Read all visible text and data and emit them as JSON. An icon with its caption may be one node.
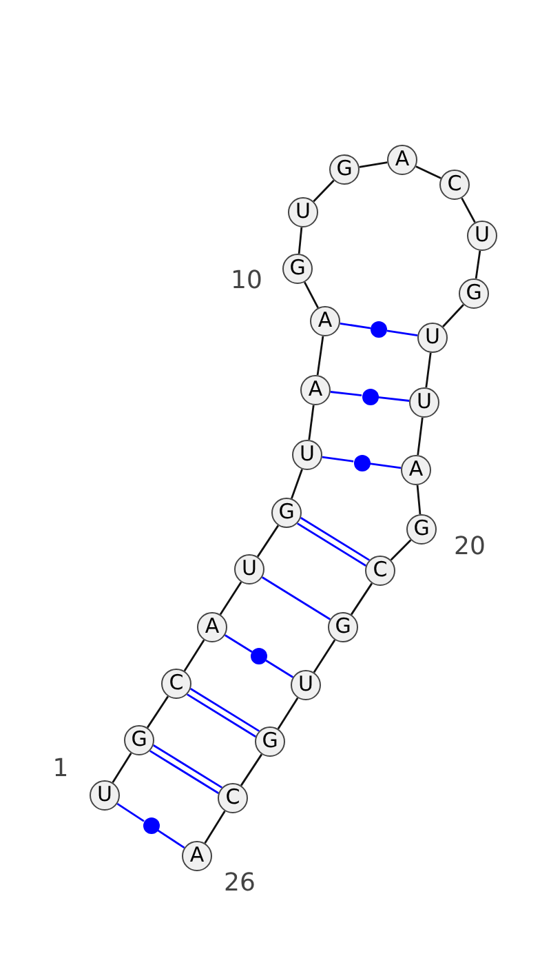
{
  "diagram": {
    "nodes": [
      {
        "text": [
          "U"
        ],
        "beside": [
          "1"
        ]
      },
      {
        "text": [
          "G"
        ]
      },
      {
        "text": [
          "C"
        ]
      },
      {
        "text": [
          "A"
        ]
      },
      {
        "text": [
          "U"
        ]
      },
      {
        "text": [
          "G"
        ]
      },
      {
        "text": [
          "U"
        ]
      },
      {
        "text": [
          "A"
        ]
      },
      {
        "text": [
          "A"
        ]
      },
      {
        "text": [
          "G"
        ],
        "beside": [
          "10"
        ]
      },
      {
        "text": [
          "U"
        ]
      },
      {
        "text": [
          "G"
        ]
      },
      {
        "text": [
          "A"
        ]
      },
      {
        "text": [
          "C"
        ]
      },
      {
        "text": [
          "U"
        ]
      },
      {
        "text": [
          "G"
        ]
      },
      {
        "text": [
          "U"
        ]
      },
      {
        "text": [
          "U"
        ]
      },
      {
        "text": [
          "A"
        ]
      },
      {
        "text": [
          "G"
        ],
        "beside": [
          "20"
        ]
      },
      {
        "text": [
          "C"
        ]
      },
      {
        "text": [
          "G"
        ]
      },
      {
        "text": [
          "U"
        ]
      },
      {
        "text": [
          "G"
        ]
      },
      {
        "text": [
          "C"
        ]
      },
      {
        "text": [
          "A"
        ],
        "beside": [
          "26"
        ]
      },
      {
        "text": [],
        "shape": "circle"
      },
      {
        "text": [],
        "shape": "circle"
      },
      {
        "text": [],
        "shape": "circle"
      },
      {
        "text": [],
        "shape": "circle"
      },
      {
        "text": [],
        "shape": "circle"
      }
    ],
    "edges": [
      {
        "from": 0,
        "to": 1,
        "arrow": "none"
      },
      {
        "from": 1,
        "to": 2,
        "arrow": "none"
      },
      {
        "from": 2,
        "to": 3,
        "arrow": "none"
      },
      {
        "from": 3,
        "to": 4,
        "arrow": "none"
      },
      {
        "from": 4,
        "to": 5,
        "arrow": "none"
      },
      {
        "from": 5,
        "to": 6,
        "arrow": "none"
      },
      {
        "from": 6,
        "to": 7,
        "arrow": "none"
      },
      {
        "from": 7,
        "to": 8,
        "arrow": "none"
      },
      {
        "from": 8,
        "to": 9,
        "arrow": "none"
      },
      {
        "from": 9,
        "to": 10,
        "arrow": "none"
      },
      {
        "from": 10,
        "to": 11,
        "arrow": "none"
      },
      {
        "from": 11,
        "to": 12,
        "arrow": "none"
      },
      {
        "from": 12,
        "to": 13,
        "arrow": "none"
      },
      {
        "from": 13,
        "to": 14,
        "arrow": "none"
      },
      {
        "from": 14,
        "to": 15,
        "arrow": "none"
      },
      {
        "from": 15,
        "to": 16,
        "arrow": "none"
      },
      {
        "from": 16,
        "to": 17,
        "arrow": "none"
      },
      {
        "from": 17,
        "to": 18,
        "arrow": "none"
      },
      {
        "from": 18,
        "to": 19,
        "arrow": "none"
      },
      {
        "from": 19,
        "to": 20,
        "arrow": "none"
      },
      {
        "from": 20,
        "to": 21,
        "arrow": "none"
      },
      {
        "from": 21,
        "to": 22,
        "arrow": "none"
      },
      {
        "from": 22,
        "to": 23,
        "arrow": "none"
      },
      {
        "from": 23,
        "to": 24,
        "arrow": "none"
      },
      {
        "from": 24,
        "to": 25,
        "arrow": "none"
      },
      {
        "from": 0,
        "to": 30,
        "arrow": "none",
        "color": "#0000ff"
      },
      {
        "from": 30,
        "to": 25,
        "arrow": "none",
        "color": "#0000ff"
      },
      {
        "from": 1,
        "to": 24,
        "arrow": "none",
        "color": "#0000ff"
      },
      {
        "from": 1,
        "to": 24,
        "arrow": "none",
        "color": "#0000ff"
      },
      {
        "from": 2,
        "to": 23,
        "arrow": "none",
        "color": "#0000ff"
      },
      {
        "from": 2,
        "to": 23,
        "arrow": "none",
        "color": "#0000ff"
      },
      {
        "from": 3,
        "to": 29,
        "arrow": "none",
        "color": "#0000ff"
      },
      {
        "from": 29,
        "to": 22,
        "arrow": "none",
        "color": "#0000ff"
      },
      {
        "from": 4,
        "to": 21,
        "arrow": "none",
        "color": "#0000ff"
      },
      {
        "from": 5,
        "to": 20,
        "arrow": "none",
        "color": "#0000ff"
      },
      {
        "from": 5,
        "to": 20,
        "arrow": "none",
        "color": "#0000ff"
      },
      {
        "from": 6,
        "to": 28,
        "arrow": "none",
        "color": "#0000ff"
      },
      {
        "from": 28,
        "to": 18,
        "arrow": "none",
        "color": "#0000ff"
      },
      {
        "from": 7,
        "to": 27,
        "arrow": "none",
        "color": "#0000ff"
      },
      {
        "from": 27,
        "to": 17,
        "arrow": "none",
        "color": "#0000ff"
      },
      {
        "from": 8,
        "to": 26,
        "arrow": "none",
        "color": "#0000ff"
      },
      {
        "from": 26,
        "to": 16,
        "arrow": "none",
        "color": "#0000ff"
      }
    ]
  }
}
